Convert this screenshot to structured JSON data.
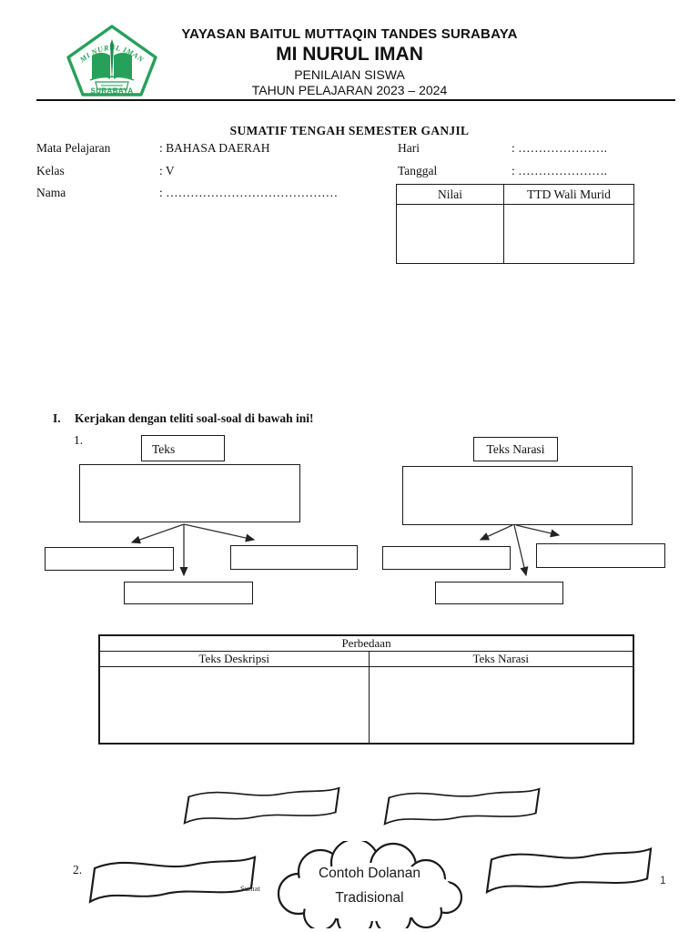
{
  "header": {
    "org": "YAYASAN BAITUL MUTTAQIN TANDES SURABAYA",
    "school": "MI NURUL IMAN",
    "subtitle1": "PENILAIAN SISWA",
    "subtitle2": "TAHUN PELAJARAN 2023 – 2024",
    "logo": {
      "arc_text": "MI NURUL IMAN",
      "city": "SURABAYA",
      "green": "#27A05A"
    }
  },
  "exam": {
    "title": "SUMATIF TENGAH SEMESTER GANJIL",
    "fields": {
      "mata_pelajaran_label": "Mata Pelajaran",
      "mata_pelajaran_value": ": BAHASA DAERAH",
      "kelas_label": "Kelas",
      "kelas_value": ": V",
      "nama_label": "Nama",
      "nama_value": ": ……………………………………",
      "hari_label": "Hari",
      "hari_value": ": ………………….",
      "tanggal_label": "Tanggal",
      "tanggal_value": ": …………………."
    },
    "score_table": {
      "col1": "Nilai",
      "col2": "TTD Wali Murid"
    }
  },
  "section1": {
    "numeral": "I.",
    "instruction": "Kerjakan dengan teliti soal-soal di bawah ini!",
    "q1_number": "1.",
    "map_left_label": "Teks",
    "map_right_label": "Teks Narasi",
    "diff_table": {
      "title": "Perbedaan",
      "col1": "Teks Deskripsi",
      "col2": "Teks Narasi"
    },
    "q2_number": "2.",
    "cloud_line1": "Contoh Dolanan",
    "cloud_line2": "Tradisional"
  },
  "footer": {
    "fragment": "Sumat",
    "page_number": "1"
  }
}
